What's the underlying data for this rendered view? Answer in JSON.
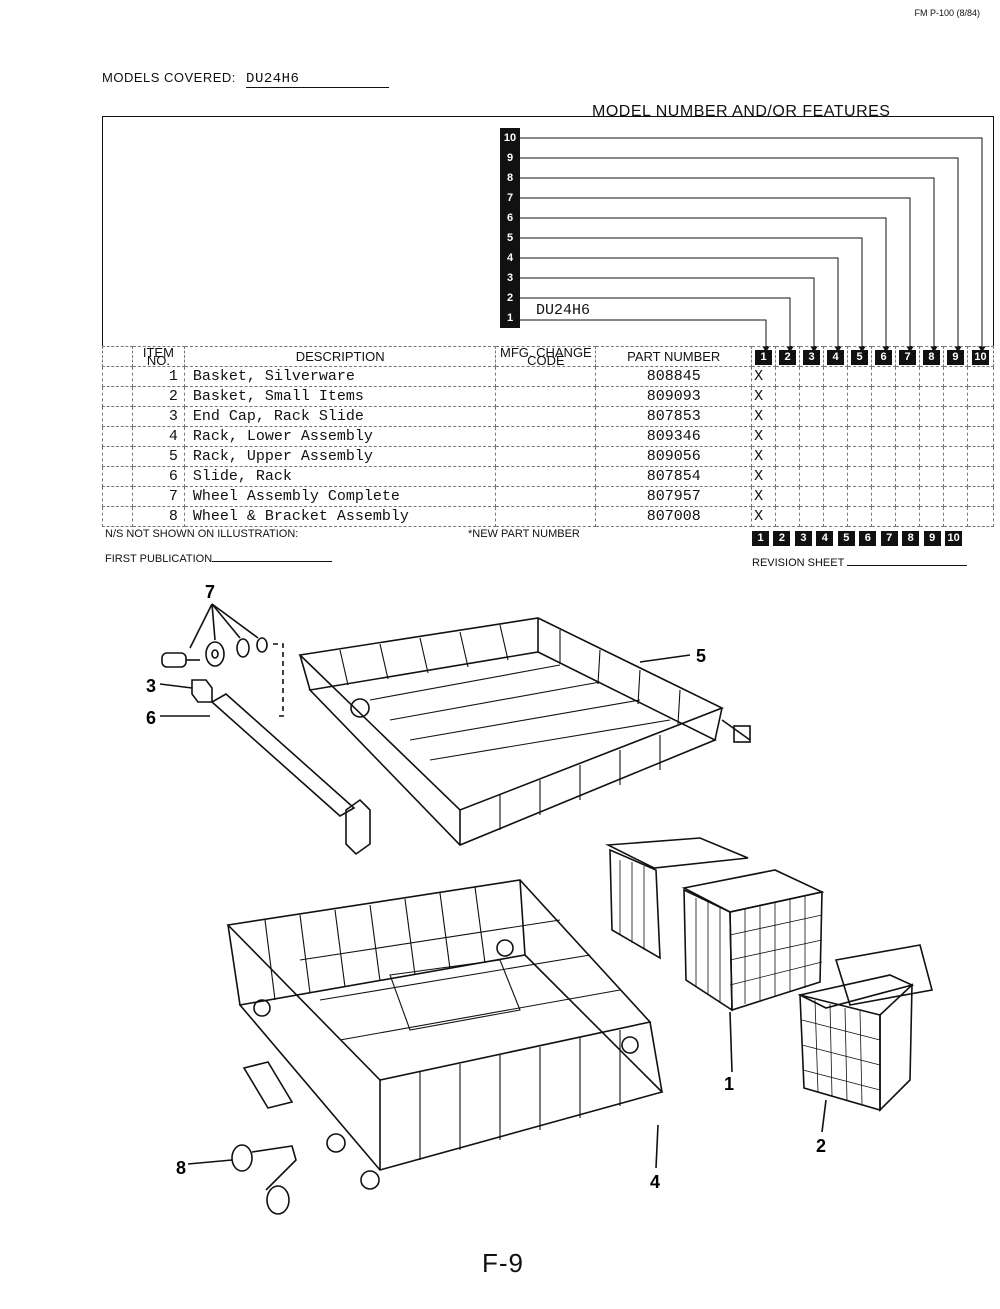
{
  "form_code": "FM P-100 (8/84)",
  "models_covered_label": "MODELS COVERED:",
  "models_covered_value": "DU24H6",
  "features_title": "MODEL NUMBER AND/OR FEATURES",
  "model_numbers": [
    "10",
    "9",
    "8",
    "7",
    "6",
    "5",
    "4",
    "3",
    "2",
    "1"
  ],
  "model_1_value": "DU24H6",
  "headers": {
    "item_no": "ITEM NO.",
    "description": "DESCRIPTION",
    "mfg_change_code": "MFG. CHANGE CODE",
    "part_number": "PART NUMBER",
    "cols": [
      "1",
      "2",
      "3",
      "4",
      "5",
      "6",
      "7",
      "8",
      "9",
      "10"
    ]
  },
  "rows": [
    {
      "item": "1",
      "description": "Basket, Silverware",
      "part": "808845",
      "mark": "X"
    },
    {
      "item": "2",
      "description": "Basket, Small Items",
      "part": "809093",
      "mark": "X"
    },
    {
      "item": "3",
      "description": "End Cap, Rack Slide",
      "part": "807853",
      "mark": "X"
    },
    {
      "item": "4",
      "description": "Rack, Lower Assembly",
      "part": "809346",
      "mark": "X"
    },
    {
      "item": "5",
      "description": "Rack, Upper Assembly",
      "part": "809056",
      "mark": "X"
    },
    {
      "item": "6",
      "description": "Slide, Rack",
      "part": "807854",
      "mark": "X"
    },
    {
      "item": "7",
      "description": "Wheel Assembly Complete",
      "part": "807957",
      "mark": "X"
    },
    {
      "item": "8",
      "description": "Wheel & Bracket Assembly",
      "part": "807008",
      "mark": "X"
    }
  ],
  "ns_label": "N/S NOT SHOWN ON ILLUSTRATION:",
  "new_part_label": "*NEW PART NUMBER",
  "first_publication_label": "FIRST PUBLICATION",
  "revision_sheet_label": "REVISION SHEET",
  "callouts": [
    "7",
    "3",
    "6",
    "5",
    "1",
    "2",
    "8",
    "4"
  ],
  "page_number": "F-9"
}
